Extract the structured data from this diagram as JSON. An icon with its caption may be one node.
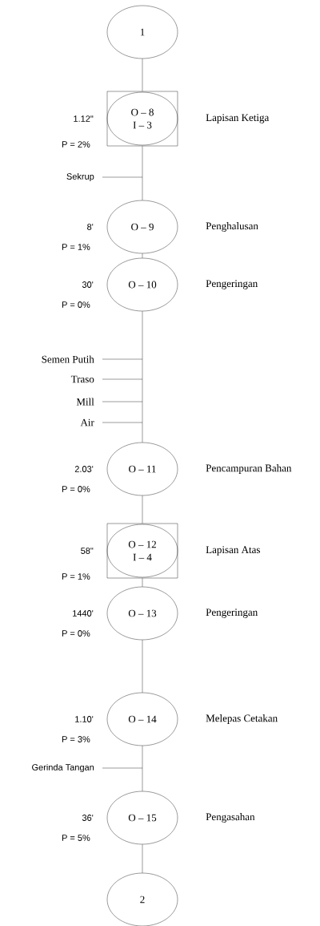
{
  "diagram": {
    "nodes": [
      {
        "text": [
          "1"
        ]
      },
      {
        "text": [
          "O – 8",
          "I – 3"
        ],
        "beside": [
          "1.12\"",
          "P = 2%",
          "Lapisan Ketiga"
        ]
      },
      {
        "text": [
          "Sekrup"
        ]
      },
      {
        "text": [
          "O – 9"
        ],
        "beside": [
          "8'",
          "P = 1%",
          "Penghalusan"
        ]
      },
      {
        "text": [
          "O – 10"
        ],
        "beside": [
          "30'",
          "P = 0%",
          "Pengeringan"
        ]
      },
      {
        "text": [
          "Semen Putih"
        ]
      },
      {
        "text": [
          "Traso"
        ]
      },
      {
        "text": [
          "Mill"
        ]
      },
      {
        "text": [
          "Air"
        ]
      },
      {
        "text": [
          "O – 11"
        ],
        "beside": [
          "2.03'",
          "P = 0%",
          "Pencampuran Bahan"
        ]
      },
      {
        "text": [
          "O – 12",
          "I – 4"
        ],
        "beside": [
          "58\"",
          "P = 1%",
          "Lapisan Atas"
        ]
      },
      {
        "text": [
          "O – 13"
        ],
        "beside": [
          "1440'",
          "P = 0%",
          "Pengeringan"
        ]
      },
      {
        "text": [
          "O – 14"
        ],
        "beside": [
          "1.10'",
          "P = 3%",
          "Melepas Cetakan"
        ]
      },
      {
        "text": [
          "Gerinda Tangan"
        ]
      },
      {
        "text": [
          "O – 15"
        ],
        "beside": [
          "36'",
          "P = 5%",
          "Pengasahan"
        ]
      },
      {
        "text": [
          "2"
        ]
      }
    ],
    "edges": [
      {
        "from": 0,
        "to": 1,
        "arrow": "none"
      },
      {
        "from": 1,
        "to": 3,
        "arrow": "none"
      },
      {
        "from": 2,
        "to": null,
        "arrow": "none"
      },
      {
        "from": 3,
        "to": 4,
        "arrow": "none"
      },
      {
        "from": 4,
        "to": 9,
        "arrow": "none"
      },
      {
        "from": 5,
        "to": null,
        "arrow": "none"
      },
      {
        "from": 6,
        "to": null,
        "arrow": "none"
      },
      {
        "from": 7,
        "to": null,
        "arrow": "none"
      },
      {
        "from": 8,
        "to": null,
        "arrow": "none"
      },
      {
        "from": 9,
        "to": 10,
        "arrow": "none"
      },
      {
        "from": 10,
        "to": 11,
        "arrow": "none"
      },
      {
        "from": 11,
        "to": 12,
        "arrow": "none"
      },
      {
        "from": 12,
        "to": 14,
        "arrow": "none"
      },
      {
        "from": 13,
        "to": null,
        "arrow": "none"
      },
      {
        "from": 14,
        "to": 15,
        "arrow": "none"
      }
    ]
  }
}
